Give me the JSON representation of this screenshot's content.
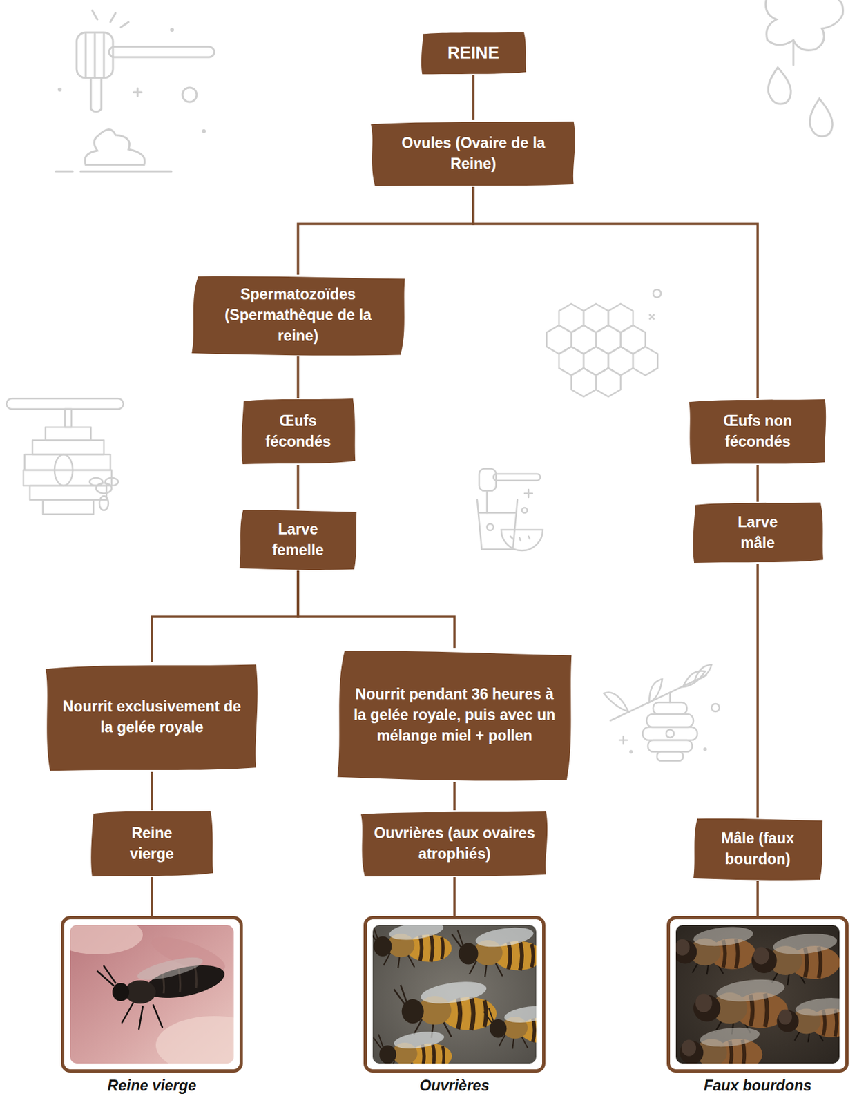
{
  "diagram": {
    "nodes": [
      {
        "text": [
          "REINE"
        ]
      },
      {
        "text": [
          "Ovules (Ovaire de la Reine)"
        ]
      },
      {
        "text": [
          "Spermatozoïdes (Spermathèque de la reine)"
        ]
      },
      {
        "text": [
          "Œufs fécondés"
        ]
      },
      {
        "text": [
          "Œufs non fécondés"
        ]
      },
      {
        "text": [
          "Larve femelle"
        ]
      },
      {
        "text": [
          "Larve mâle"
        ]
      },
      {
        "text": [
          "Nourrit exclusivement de la gelée royale"
        ]
      },
      {
        "text": [
          "Nourrit pendant 36 heures à la gelée royale, puis avec un mélange miel + pollen"
        ]
      },
      {
        "text": [
          "Reine vierge"
        ]
      },
      {
        "text": [
          "Ouvrières (aux ovaires atrophiés)"
        ]
      },
      {
        "text": [
          "Mâle (faux bourdon)"
        ]
      },
      {
        "text": [
          "Reine vierge"
        ]
      },
      {
        "text": [
          "Ouvrières"
        ]
      },
      {
        "text": [
          "Faux bourdons"
        ]
      }
    ],
    "edges": [
      {
        "from": 0,
        "to": 1,
        "arrow": "none"
      },
      {
        "from": 1,
        "to": 2,
        "arrow": "none"
      },
      {
        "from": 1,
        "to": 4,
        "arrow": "none"
      },
      {
        "from": 2,
        "to": 3,
        "arrow": "none"
      },
      {
        "from": 3,
        "to": 5,
        "arrow": "none"
      },
      {
        "from": 4,
        "to": 6,
        "arrow": "none"
      },
      {
        "from": 5,
        "to": 7,
        "arrow": "none"
      },
      {
        "from": 5,
        "to": 8,
        "arrow": "none"
      },
      {
        "from": 7,
        "to": 9,
        "arrow": "none"
      },
      {
        "from": 8,
        "to": 10,
        "arrow": "none"
      },
      {
        "from": 6,
        "to": 11,
        "arrow": "none"
      },
      {
        "from": 9,
        "to": 12,
        "arrow": "none"
      },
      {
        "from": 10,
        "to": 13,
        "arrow": "none"
      },
      {
        "from": 11,
        "to": 14,
        "arrow": "none"
      }
    ]
  }
}
